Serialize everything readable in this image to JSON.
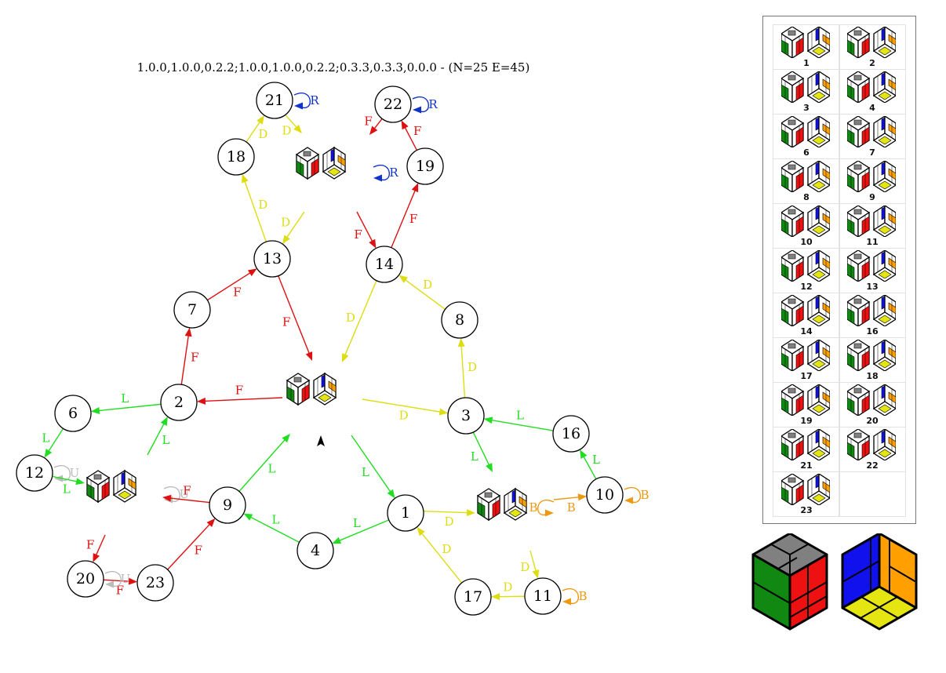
{
  "title": "1.0.0,1.0.0,0.2.2;1.0.0,1.0.0,0.2.2;0.3.3,0.3.3,0.0.0 - (N=25 E=45)",
  "colors": {
    "L": "#22dd22",
    "F": "#dd1111",
    "D": "#dddd11",
    "R": "#1133cc",
    "B": "#ee9911",
    "U": "#bbbbbb",
    "node_stroke": "#000000",
    "cube_green": "#118811",
    "cube_red": "#ee1111",
    "cube_blue": "#1111ee",
    "cube_orange": "#ffa000",
    "cube_yellow": "#e5e511",
    "cube_gray": "#808080"
  },
  "nodes": [
    {
      "id": "21",
      "label": "21"
    },
    {
      "id": "22",
      "label": "22"
    },
    {
      "id": "18",
      "label": "18"
    },
    {
      "id": "19",
      "label": "19"
    },
    {
      "id": "13",
      "label": "13"
    },
    {
      "id": "14",
      "label": "14"
    },
    {
      "id": "7",
      "label": "7"
    },
    {
      "id": "8",
      "label": "8"
    },
    {
      "id": "2",
      "label": "2"
    },
    {
      "id": "6",
      "label": "6"
    },
    {
      "id": "3",
      "label": "3"
    },
    {
      "id": "16",
      "label": "16"
    },
    {
      "id": "12",
      "label": "12"
    },
    {
      "id": "9",
      "label": "9"
    },
    {
      "id": "10",
      "label": "10"
    },
    {
      "id": "1",
      "label": "1"
    },
    {
      "id": "4",
      "label": "4"
    },
    {
      "id": "20",
      "label": "20"
    },
    {
      "id": "23",
      "label": "23"
    },
    {
      "id": "17",
      "label": "17"
    },
    {
      "id": "11",
      "label": "11"
    }
  ],
  "edges": [
    {
      "from": "21",
      "to": "21",
      "label": "R",
      "move": "R"
    },
    {
      "from": "22",
      "to": "22",
      "label": "R",
      "move": "R"
    },
    {
      "from": "18",
      "to": "21",
      "label": "D",
      "move": "D"
    },
    {
      "from": "21",
      "to": "cubeT",
      "label": "D",
      "move": "D"
    },
    {
      "from": "cubeT",
      "to": "cubeT",
      "label": "R",
      "move": "R"
    },
    {
      "from": "19",
      "to": "22",
      "label": "F",
      "move": "F"
    },
    {
      "from": "22",
      "to": "out1",
      "label": "F",
      "move": "F"
    },
    {
      "from": "13",
      "to": "18",
      "label": "D",
      "move": "D"
    },
    {
      "from": "in1",
      "to": "13",
      "label": "D",
      "move": "D"
    },
    {
      "from": "14",
      "to": "19",
      "label": "F",
      "move": "F"
    },
    {
      "from": "in2",
      "to": "14",
      "label": "F",
      "move": "F"
    },
    {
      "from": "7",
      "to": "13",
      "label": "F",
      "move": "F"
    },
    {
      "from": "13",
      "to": "center",
      "label": "F",
      "move": "F"
    },
    {
      "from": "14",
      "to": "center",
      "label": "D",
      "move": "D"
    },
    {
      "from": "8",
      "to": "14",
      "label": "D",
      "move": "D"
    },
    {
      "from": "2",
      "to": "7",
      "label": "F",
      "move": "F"
    },
    {
      "from": "center",
      "to": "2",
      "label": "F",
      "move": "F"
    },
    {
      "from": "center",
      "to": "3",
      "label": "D",
      "move": "D"
    },
    {
      "from": "3",
      "to": "8",
      "label": "D",
      "move": "D"
    },
    {
      "from": "2",
      "to": "6",
      "label": "L",
      "move": "L"
    },
    {
      "from": "cubeL",
      "to": "2",
      "label": "L",
      "move": "L"
    },
    {
      "from": "16",
      "to": "3",
      "label": "L",
      "move": "L"
    },
    {
      "from": "3",
      "to": "cubeR",
      "label": "L",
      "move": "L"
    },
    {
      "from": "10",
      "to": "16",
      "label": "L",
      "move": "L"
    },
    {
      "from": "6",
      "to": "12",
      "label": "L",
      "move": "L"
    },
    {
      "from": "12",
      "to": "12",
      "label": "U",
      "move": "U"
    },
    {
      "from": "12",
      "to": "cubeL",
      "label": "L",
      "move": "L"
    },
    {
      "from": "cubeL",
      "to": "cubeL",
      "label": "U",
      "move": "U"
    },
    {
      "from": "9",
      "to": "cubeL",
      "label": "F",
      "move": "F"
    },
    {
      "from": "9",
      "to": "center",
      "label": "L",
      "move": "L"
    },
    {
      "from": "center",
      "to": "1",
      "label": "L",
      "move": "L"
    },
    {
      "from": "4",
      "to": "9",
      "label": "L",
      "move": "L"
    },
    {
      "from": "1",
      "to": "4",
      "label": "L",
      "move": "L"
    },
    {
      "from": "1",
      "to": "cubeR",
      "label": "D",
      "move": "D"
    },
    {
      "from": "cubeR",
      "to": "cubeR",
      "label": "B",
      "move": "B"
    },
    {
      "from": "cubeR",
      "to": "10",
      "label": "B",
      "move": "B"
    },
    {
      "from": "10",
      "to": "10",
      "label": "B",
      "move": "B"
    },
    {
      "from": "23",
      "to": "9",
      "label": "F",
      "move": "F"
    },
    {
      "from": "in3",
      "to": "20",
      "label": "F",
      "move": "F"
    },
    {
      "from": "20",
      "to": "23",
      "label": "F",
      "move": "F"
    },
    {
      "from": "20",
      "to": "20",
      "label": "U",
      "move": "U"
    },
    {
      "from": "17",
      "to": "1",
      "label": "D",
      "move": "D"
    },
    {
      "from": "11",
      "to": "17",
      "label": "D",
      "move": "D"
    },
    {
      "from": "in4",
      "to": "11",
      "label": "D",
      "move": "D"
    },
    {
      "from": "11",
      "to": "11",
      "label": "B",
      "move": "B"
    }
  ],
  "panel": {
    "labels": [
      "1",
      "2",
      "3",
      "4",
      "6",
      "7",
      "8",
      "9",
      "10",
      "11",
      "12",
      "13",
      "14",
      "16",
      "17",
      "18",
      "19",
      "20",
      "21",
      "22",
      "23"
    ]
  }
}
